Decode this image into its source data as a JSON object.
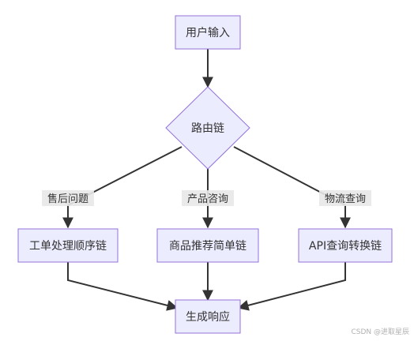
{
  "nodes": {
    "user_input": "用户输入",
    "router": "路由链",
    "after_sales": "工单处理顺序链",
    "product_rec": "商品推荐简单链",
    "api_query": "API查询转换链",
    "response": "生成响应"
  },
  "edges": {
    "after_sales_label": "售后问题",
    "product_label": "产品咨询",
    "logistics_label": "物流查询"
  },
  "watermark": "CSDN @进取星辰",
  "colors": {
    "node_fill": "#ececff",
    "node_stroke": "#9370db",
    "edge": "#333333",
    "label_bg": "#e8e8e8"
  }
}
